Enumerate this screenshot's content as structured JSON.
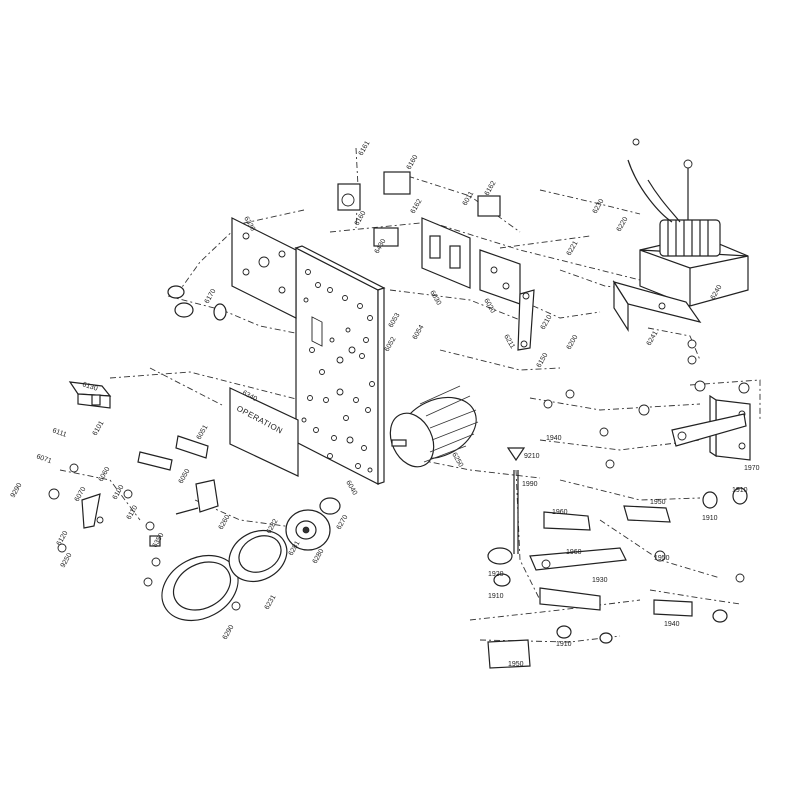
{
  "diagram": {
    "plate_text": "OPERATION",
    "labels": [
      {
        "id": "6161",
        "text": "6161"
      },
      {
        "id": "6160a",
        "text": "6160"
      },
      {
        "id": "6160b",
        "text": "6160"
      },
      {
        "id": "6162a",
        "text": "6162"
      },
      {
        "id": "6162b",
        "text": "6162"
      },
      {
        "id": "6011",
        "text": "6011"
      },
      {
        "id": "6330",
        "text": "6330"
      },
      {
        "id": "6430",
        "text": "6430"
      },
      {
        "id": "6230",
        "text": "6230"
      },
      {
        "id": "6221",
        "text": "6221"
      },
      {
        "id": "6030",
        "text": "6030"
      },
      {
        "id": "6020",
        "text": "6020"
      },
      {
        "id": "6240",
        "text": "6240"
      },
      {
        "id": "6170",
        "text": "6170"
      },
      {
        "id": "6053",
        "text": "6053"
      },
      {
        "id": "6052",
        "text": "6052"
      },
      {
        "id": "6054",
        "text": "6054"
      },
      {
        "id": "6210",
        "text": "6210"
      },
      {
        "id": "6200",
        "text": "6200"
      },
      {
        "id": "6211",
        "text": "6211"
      },
      {
        "id": "6241",
        "text": "6241"
      },
      {
        "id": "6150",
        "text": "6150"
      },
      {
        "id": "6130",
        "text": "6130"
      },
      {
        "id": "6340",
        "text": "6340"
      },
      {
        "id": "6101",
        "text": "6101"
      },
      {
        "id": "6111",
        "text": "6111"
      },
      {
        "id": "6071",
        "text": "6071"
      },
      {
        "id": "6051",
        "text": "6051"
      },
      {
        "id": "6050",
        "text": "6050"
      },
      {
        "id": "6060",
        "text": "6060"
      },
      {
        "id": "6070",
        "text": "6070"
      },
      {
        "id": "6100",
        "text": "6100"
      },
      {
        "id": "6110",
        "text": "6110"
      },
      {
        "id": "6120",
        "text": "6120"
      },
      {
        "id": "9290",
        "text": "9290"
      },
      {
        "id": "9250",
        "text": "9250"
      },
      {
        "id": "6250",
        "text": "6250"
      },
      {
        "id": "6040",
        "text": "6040"
      },
      {
        "id": "6350",
        "text": "6350"
      },
      {
        "id": "6282",
        "text": "6282"
      },
      {
        "id": "6281",
        "text": "6281"
      },
      {
        "id": "6280",
        "text": "6280"
      },
      {
        "id": "6270",
        "text": "6270"
      },
      {
        "id": "6260",
        "text": "6260"
      },
      {
        "id": "6290",
        "text": "6290"
      },
      {
        "id": "6231",
        "text": "6231"
      },
      {
        "id": "6220",
        "text": "6220"
      },
      {
        "id": "9210",
        "text": "9210"
      },
      {
        "id": "1990",
        "text": "1990"
      },
      {
        "id": "1940a",
        "text": "1940"
      },
      {
        "id": "1940b",
        "text": "1940"
      },
      {
        "id": "1970",
        "text": "1970"
      },
      {
        "id": "1960a",
        "text": "1960"
      },
      {
        "id": "1960b",
        "text": "1960"
      },
      {
        "id": "1950a",
        "text": "1950"
      },
      {
        "id": "1950b",
        "text": "1950"
      },
      {
        "id": "1950c",
        "text": "1950"
      },
      {
        "id": "1910a",
        "text": "1910"
      },
      {
        "id": "1910b",
        "text": "1910"
      },
      {
        "id": "1910c",
        "text": "1910"
      },
      {
        "id": "1910d",
        "text": "1910"
      },
      {
        "id": "1920",
        "text": "1920"
      },
      {
        "id": "1930",
        "text": "1930"
      }
    ]
  }
}
